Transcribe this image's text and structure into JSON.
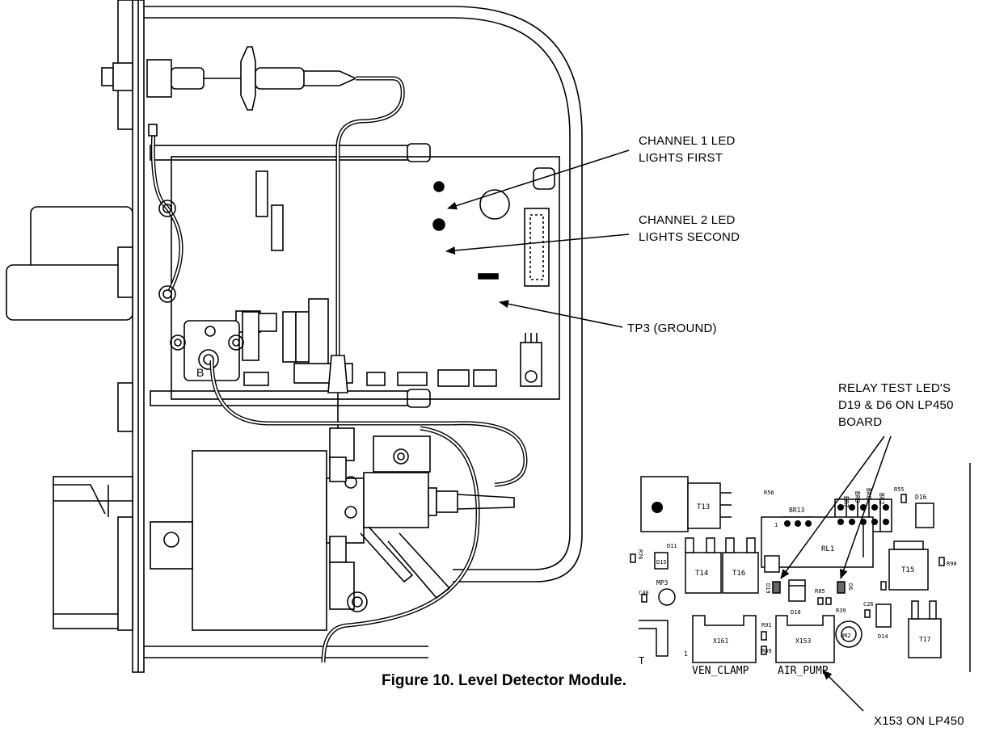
{
  "callouts": {
    "channel1": [
      "CHANNEL 1 LED",
      "LIGHTS FIRST"
    ],
    "channel2": [
      "CHANNEL 2 LED",
      "LIGHTS SECOND"
    ],
    "tp3": [
      "TP3 (GROUND)"
    ],
    "relay": [
      "RELAY TEST LED'S",
      "D19 & D6 ON LP450",
      "BOARD"
    ],
    "x153": [
      "X153 ON LP450"
    ]
  },
  "figure_caption": "Figure 10.  Level Detector Module.",
  "module_labels": {
    "b_port": "B"
  },
  "pcb_labels": {
    "t13": "T13",
    "t14": "T14",
    "t16": "T16",
    "t15": "T15",
    "t17": "T17",
    "rl1": "RL1",
    "br13": "BR13",
    "br7": "BR7",
    "br9": "BR9",
    "br8": "BR8",
    "br2": "BR2",
    "d16": "D16",
    "d11": "D11",
    "d15": "D15",
    "d19": "D19",
    "d6": "D6",
    "d18": "D18",
    "d14": "D14",
    "r56": "R56",
    "r55": "R55",
    "r76": "R76",
    "r90": "R90",
    "r85": "R85",
    "r39": "R39",
    "r91": "R91",
    "r49": "R49",
    "c40": "C40",
    "c26": "C26",
    "mp3": "MP3",
    "br2b": "BR2",
    "x161": "X161",
    "x153": "X153",
    "ven_clamp": "VEN_CLAMP",
    "air_pump": "AIR_PUMP",
    "one_a": "1",
    "one_b": "1",
    "t_frag": "T"
  }
}
